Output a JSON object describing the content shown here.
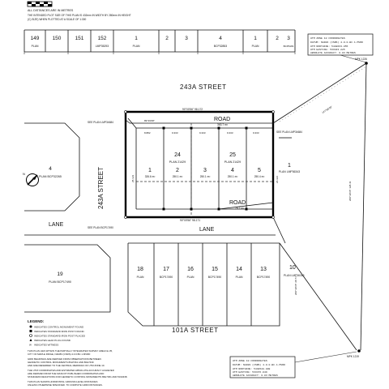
{
  "header": {
    "distances_note": "ALL DISTANCES ARE IN METRES",
    "print_note_1": "THE INTENDED PLOT SIZE OF THIS PLAN IS 432mm IN WIDTH BY 280mm IN HEIGHT",
    "print_note_2": "(C) SIZE) WHEN PLOTTED AT A SCALE OF 1:300"
  },
  "top_lots": [
    {
      "num": "149",
      "plan": "PLAN"
    },
    {
      "num": "150",
      "plan": ""
    },
    {
      "num": "151",
      "plan": ""
    },
    {
      "num": "152",
      "plan": "LMP35293"
    },
    {
      "num": "1",
      "plan": "PLAN"
    },
    {
      "num": "2",
      "plan": ""
    },
    {
      "num": "3",
      "plan": ""
    },
    {
      "num": "4",
      "plan": "BCP32853"
    },
    {
      "num": "1",
      "plan": "PLAN"
    },
    {
      "num": "2",
      "plan": ""
    },
    {
      "num": "3",
      "plan": "BCP6181"
    }
  ],
  "utm_top": [
    "UTM ZONE 10 COORDINATES",
    "DATUM: NAD83 (CSRS) 4.0.0.BC.1.MVRD",
    "UTM NORTHING: 5448663.055",
    "UTM EASTING: 533443.225",
    "ABSOLUTE ACCURACY: 0.03 METRES"
  ],
  "monument_top": "MPK 1226",
  "streets": {
    "top": "243A  STREET",
    "side": "243A  STREET",
    "bottom": "101A  STREET",
    "lane": "LANE",
    "lane_mid": "LANE"
  },
  "road_labels": [
    {
      "title": "ROAD",
      "area": "363.7 m²"
    },
    {
      "title": "ROAD",
      "area": "76.7 m²"
    }
  ],
  "see_plans": [
    "SEE PLAN LMP34684",
    "SEE PLAN LMP34684",
    "SEE PLAN BCP17490"
  ],
  "main_plan": {
    "num": "24",
    "plan": "PLAN 21429"
  },
  "main_plan_2": {
    "num": "25",
    "plan": "PLAN 21429"
  },
  "new_lots": [
    {
      "num": "1",
      "area": "326.6 m²"
    },
    {
      "num": "2",
      "area": "250.1 m²"
    },
    {
      "num": "3",
      "area": "250.1 m²"
    },
    {
      "num": "4",
      "area": "250.1 m²"
    },
    {
      "num": "5",
      "area": "250.4 m²"
    }
  ],
  "right_lot": {
    "num": "1",
    "plan": "PLAN LMP36343"
  },
  "left_lot": {
    "num": "4",
    "plan": "PLAN BCP32265"
  },
  "left_lot_19": {
    "num": "19",
    "plan": "PLAN BCP17490"
  },
  "lane_lots": [
    {
      "num": "18",
      "plan": "PLAN"
    },
    {
      "num": "17",
      "plan": "BCP17490"
    },
    {
      "num": "16",
      "plan": "PLAN"
    },
    {
      "num": "15",
      "plan": "BCP17490"
    },
    {
      "num": "14",
      "plan": "PLAN"
    },
    {
      "num": "13",
      "plan": "BCP17490"
    }
  ],
  "lot_10": {
    "num": "10",
    "plan": "PLAN LMP36343"
  },
  "bearings": {
    "top_road": "90°00'56\" 98.172",
    "lane": "90°00'56\" 98.171",
    "north_edge": "89°49'08\"",
    "diag_a": "147°58'20\"",
    "diag_b": "179°58'20\"",
    "diag_far": "200°39'15\" 128.41",
    "diag_lower": "200°39'15\" 28.71",
    "lot_width_a": "8.882",
    "lot_width_b": "9.333",
    "lot_width_c": "9.333",
    "side_depth": "25.123",
    "east_depth": "26.321"
  },
  "legend": {
    "title": "LEGEND:",
    "items": [
      "INDICATES CONTROL MONUMENT FOUND",
      "INDICATES STANDARD IRON POST FOUND",
      "INDICATES STANDARD IRON POST PLACED",
      "INDICATES LEAD PLUG FOUND",
      "INDICATES WITNESS"
    ]
  },
  "notes": [
    "THIS PLAN LIES WITHIN THE PARTIALLY INTEGRATED SURVEY AREA No.35,",
    "CITY OF MAPLE RIDGE, NAD83 (CSRS) 4.0.0.BC.1.MVRD",
    "GRID BEARINGS ARE DERIVED FROM OBSERVATIONS BETWEEN",
    "GEODETIC CONTROL MONUMENTS 86H7361 AND 86H7439",
    "AND ARE REFERRED TO THE CENTRAL MERIDIAN OF UTM ZONE 10.",
    "THE UTM COORDINATES AND ESTIMATED ABSOLUTE ACCURACY ACHIEVED",
    "ARE DERIVED FROM THE MASCOT PUBLISHED COORDINATES AND",
    "STANDARD DEVIATIONS FOR GEODETIC CONTROL MONUMENTS 86H7361 AND 5310438.",
    "THIS PLAN SHOWS HORIZONTAL GROUND-LEVEL DISTANCES",
    "UNLESS OTHERWISE SPECIFIED. TO COMPUTE GRID DISTANCES."
  ],
  "utm_bottom": [
    "UTM ZONE 10 COORDINATES",
    "DATUM: NAD83 (CSRS) 4.0.0.BC.1.MVRD",
    "UTM NORTHING: 5448528.808",
    "UTM EASTING: 533476.049",
    "ABSOLUTE ACCURACY: 0.03 METRES"
  ],
  "monument_bottom": "MPK 1219",
  "north_symbol": "N"
}
